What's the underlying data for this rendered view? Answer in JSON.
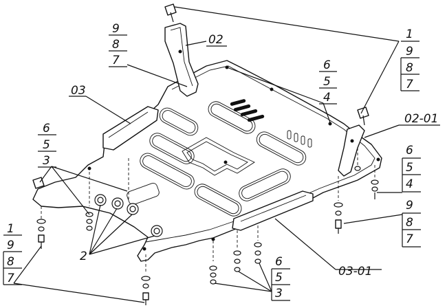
{
  "callouts": {
    "top_left_stack": [
      "9",
      "8",
      "7"
    ],
    "top_right_stack": [
      "1",
      "9",
      "8",
      "7"
    ],
    "mid_right_stack_a": [
      "6",
      "5",
      "4"
    ],
    "left_stack": [
      "6",
      "5",
      "3"
    ],
    "right_stack_b": [
      "6",
      "5",
      "4"
    ],
    "right_stack_c": [
      "9",
      "8",
      "7"
    ],
    "bottom_left_stack": [
      "1",
      "9",
      "8",
      "7"
    ],
    "bottom_mid_stack": [
      "6",
      "5",
      "3"
    ]
  },
  "part_labels": {
    "bracket_left": "02",
    "plate_left": "03",
    "bracket_right": "02-01",
    "plate_right": "03-01",
    "nuts": "2"
  }
}
